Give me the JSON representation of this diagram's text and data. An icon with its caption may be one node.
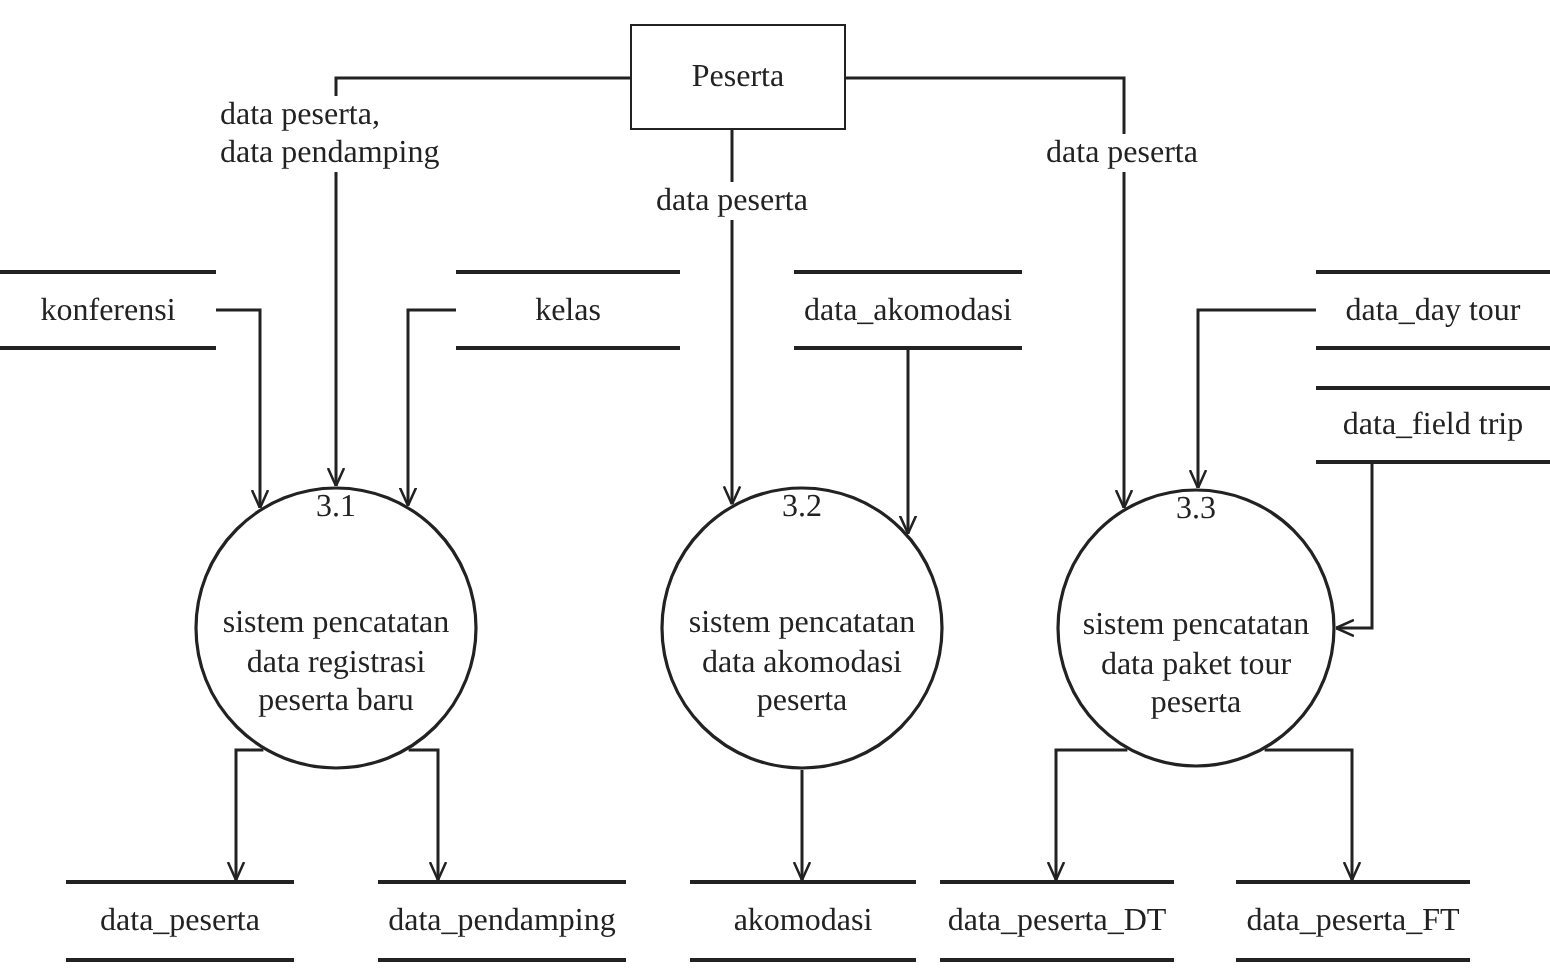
{
  "diagram": {
    "nodes": [
      {
        "text": [
          "Peserta"
        ]
      },
      {
        "text": [
          "konferensi"
        ]
      },
      {
        "text": [
          "kelas"
        ]
      },
      {
        "text": [
          "data_akomodasi"
        ]
      },
      {
        "text": [
          "data_day tour"
        ]
      },
      {
        "text": [
          "data_field trip"
        ]
      },
      {
        "text": [
          "3.1",
          "sistem pencatatan data registrasi peserta baru"
        ]
      },
      {
        "text": [
          "3.2",
          "sistem pencatatan data akomodasi peserta"
        ]
      },
      {
        "text": [
          "3.3",
          "sistem pencatatan data paket tour peserta"
        ]
      },
      {
        "text": [
          "data_peserta"
        ]
      },
      {
        "text": [
          "data_pendamping"
        ]
      },
      {
        "text": [
          "akomodasi"
        ]
      },
      {
        "text": [
          "data_peserta_DT"
        ]
      },
      {
        "text": [
          "data_peserta_FT"
        ]
      }
    ],
    "edges": [
      {
        "from": 0,
        "to": 6,
        "arrow": "to",
        "label": "data peserta, data pendamping"
      },
      {
        "from": 0,
        "to": 7,
        "arrow": "to",
        "label": "data peserta"
      },
      {
        "from": 0,
        "to": 8,
        "arrow": "to",
        "label": "data peserta"
      },
      {
        "from": 1,
        "to": 6,
        "arrow": "to"
      },
      {
        "from": 2,
        "to": 6,
        "arrow": "to"
      },
      {
        "from": 3,
        "to": 7,
        "arrow": "to"
      },
      {
        "from": 4,
        "to": 8,
        "arrow": "to"
      },
      {
        "from": 5,
        "to": 8,
        "arrow": "to"
      },
      {
        "from": 6,
        "to": 9,
        "arrow": "to"
      },
      {
        "from": 6,
        "to": 10,
        "arrow": "to"
      },
      {
        "from": 7,
        "to": 11,
        "arrow": "to"
      },
      {
        "from": 8,
        "to": 12,
        "arrow": "to"
      },
      {
        "from": 8,
        "to": 13,
        "arrow": "to"
      }
    ]
  }
}
